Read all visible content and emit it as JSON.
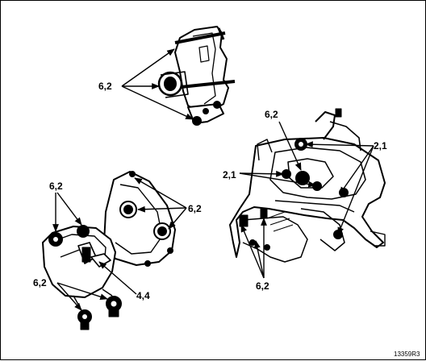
{
  "diagram": {
    "ref_code": "13359R3",
    "top_mount": {
      "torque": "6,2"
    },
    "right_mount": {
      "torque_top": "6,2",
      "torque_left": "2,1",
      "torque_right": "2,1",
      "torque_bottom": "6,2"
    },
    "left_mount": {
      "torque_top_left": "6,2",
      "torque_right": "6,2",
      "torque_bottom_left": "6,2",
      "torque_center": "4,4"
    }
  }
}
